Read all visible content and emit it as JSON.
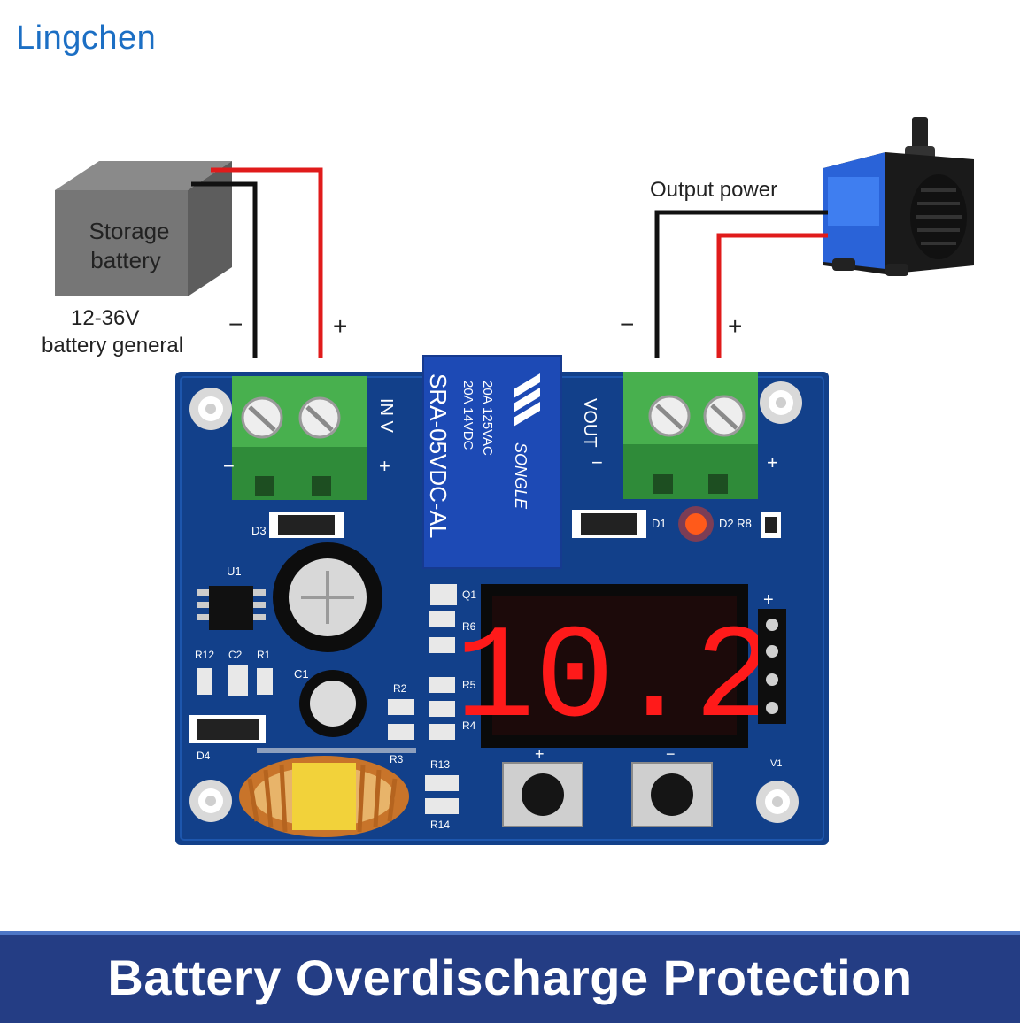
{
  "logo": {
    "text": "Lingchen"
  },
  "battery": {
    "label_line1": "Storage",
    "label_line2": "battery",
    "voltage_line1": "12-36V",
    "voltage_line2": "battery general",
    "minus": "−",
    "plus": "+"
  },
  "output": {
    "label": "Output power",
    "minus": "−",
    "plus": "+"
  },
  "board": {
    "in_label": "IN V",
    "out_label": "VOUT",
    "relay_text1": "SRA-05VDC-AL",
    "relay_text2": "20A 14VDC",
    "relay_text3": "20A 125VAC",
    "relay_brand": "SONGLE",
    "display_value": "10.2",
    "btn_plus": "+",
    "btn_minus": "−",
    "silk": {
      "d3": "D3",
      "u1": "U1",
      "r12": "R12",
      "c2": "C2",
      "r1": "R1",
      "c1": "C1",
      "d4": "D4",
      "r3": "R3",
      "r2": "R2",
      "r13": "R13",
      "r14": "R14",
      "q1": "Q1",
      "d1": "D1",
      "d2": "D2 R8",
      "v1": "V1",
      "r6": "R6",
      "r5": "R5",
      "r4": "R4",
      "plus": "+"
    }
  },
  "banner": {
    "text": "Battery Overdischarge Protection"
  },
  "colors": {
    "pcb": "#12408a",
    "terminal": "#3fa245",
    "digit_on": "#ff1a1a",
    "wire_red": "#e01b1b",
    "banner": "#243d84"
  }
}
